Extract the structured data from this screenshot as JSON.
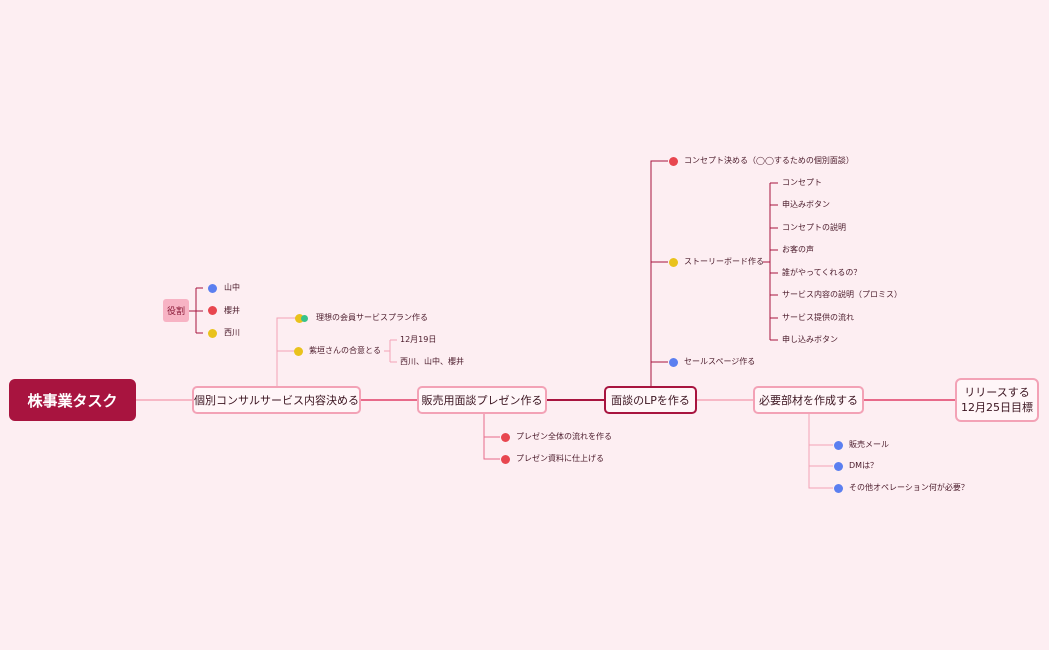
{
  "root": {
    "title": "株事業タスク"
  },
  "main": {
    "consult": "個別コンサルサービス内容決める",
    "presen": "販売用面談プレゼン作る",
    "lp": "面談のLPを作る",
    "materials": "必要部材を作成する",
    "release_line1": "リリースする",
    "release_line2": "12月25日目標"
  },
  "roles": {
    "tag": "役割",
    "people": [
      "山中",
      "櫻井",
      "西川"
    ]
  },
  "consult_children": {
    "plan": "理想の会員サービスプラン作る",
    "agreement": "紫垣さんの合意とる",
    "date": "12月19日",
    "members": "西川、山中、櫻井"
  },
  "presen_children": [
    "プレゼン全体の流れを作る",
    "プレゼン資料に仕上げる"
  ],
  "lp_children": {
    "concept": "コンセプト決める（◯◯するための個別面談）",
    "storyboard": "ストーリーボード作る",
    "storyboard_items": [
      "コンセプト",
      "申込みボタン",
      "コンセプトの説明",
      "お客の声",
      "誰がやってくれるの？",
      "サービス内容の説明（プロミス）",
      "サービス提供の流れ",
      "申し込みボタン"
    ],
    "salespage": "セールスページ作る"
  },
  "materials_children": [
    "販売メール",
    "DMは？",
    "その他オペレーション何が必要？"
  ],
  "colors": {
    "background": "#fdeef2",
    "root": "#a8143f",
    "branch": "#f3a2b6",
    "red": "#e8464f",
    "yellow": "#e9c21c",
    "blue": "#5b7ff0"
  }
}
